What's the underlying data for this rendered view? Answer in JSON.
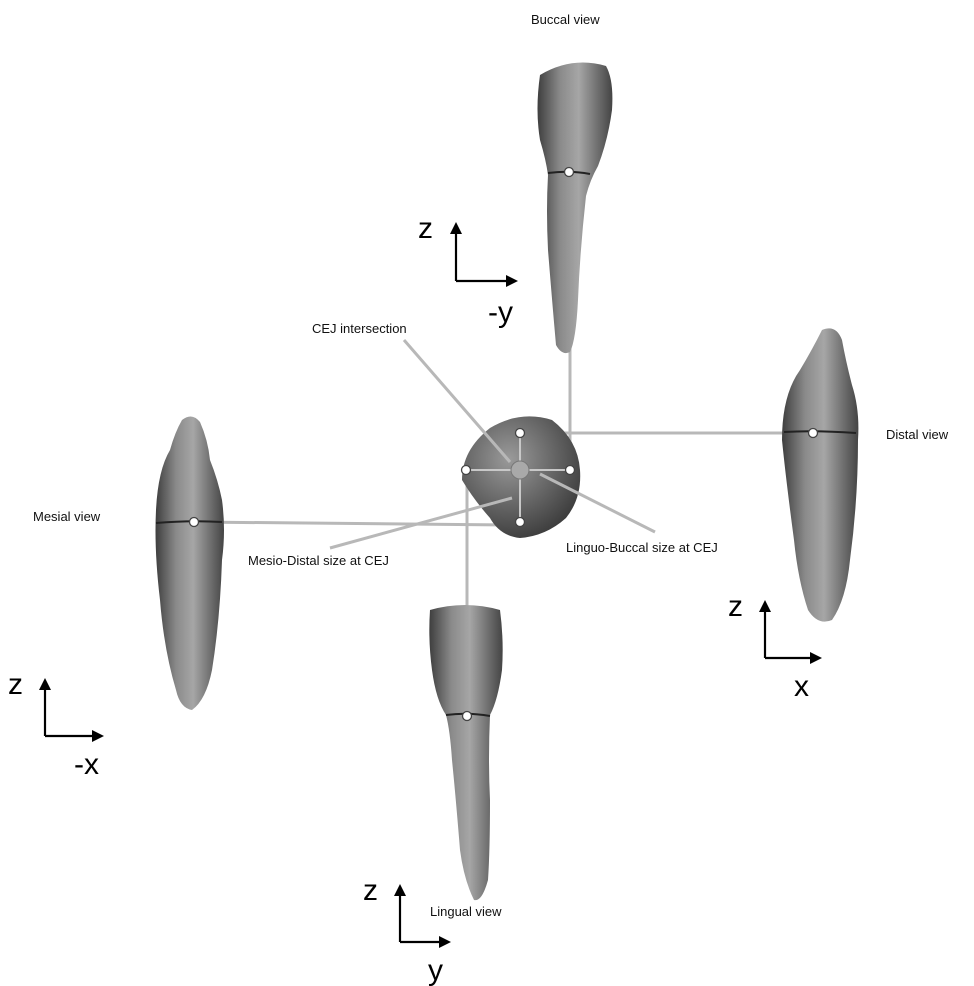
{
  "views": {
    "buccal": "Buccal view",
    "distal": "Distal view",
    "mesial": "Mesial view",
    "lingual": "Lingual view"
  },
  "annotations": {
    "cej_intersection": "CEJ intersection",
    "mesio_distal": "Mesio-Distal size at CEJ",
    "linguo_buccal": "Linguo-Buccal size at CEJ"
  },
  "axes": {
    "buccal": {
      "vertical": "z",
      "horizontal": "-y"
    },
    "distal": {
      "vertical": "z",
      "horizontal": "x"
    },
    "mesial": {
      "vertical": "z",
      "horizontal": "-x"
    },
    "lingual": {
      "vertical": "z",
      "horizontal": "y"
    }
  },
  "colors": {
    "tooth": "#7a7a7a",
    "leader": "#b8b8b8",
    "background": "#ffffff"
  }
}
